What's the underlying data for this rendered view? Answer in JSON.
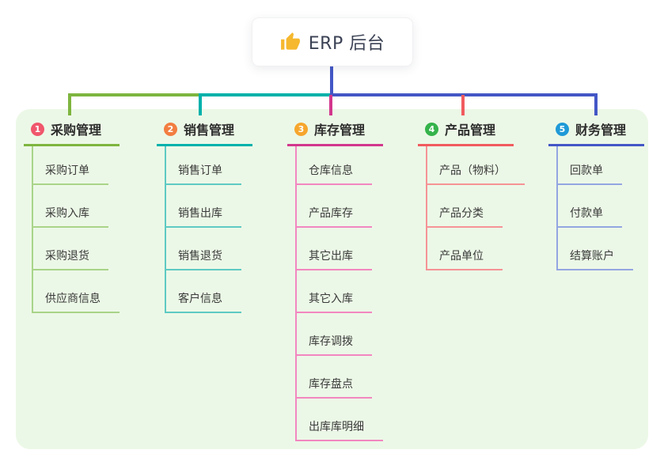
{
  "root": {
    "label": "ERP 后台",
    "icon": "thumbs-up-icon",
    "icon_color": "#f5b82e",
    "stem_color": "#4357c6"
  },
  "panel": {
    "background_color": "#ecf8e7"
  },
  "branches": [
    {
      "num": "1",
      "title": "采购管理",
      "badge_color": "#f0566c",
      "line_color": "#7eb53f",
      "child_line_color": "#a9d489",
      "children": [
        "采购订单",
        "采购入库",
        "采购退货",
        "供应商信息"
      ]
    },
    {
      "num": "2",
      "title": "销售管理",
      "badge_color": "#f27e41",
      "line_color": "#00b1ab",
      "child_line_color": "#5ecac3",
      "children": [
        "销售订单",
        "销售出库",
        "销售退货",
        "客户信息"
      ]
    },
    {
      "num": "3",
      "title": "库存管理",
      "badge_color": "#f6a62d",
      "line_color": "#d2378d",
      "child_line_color": "#f287c0",
      "children": [
        "仓库信息",
        "产品库存",
        "其它出库",
        "其它入库",
        "库存调拨",
        "库存盘点",
        "出库库明细"
      ]
    },
    {
      "num": "4",
      "title": "产品管理",
      "badge_color": "#35b34b",
      "line_color": "#f15b5e",
      "child_line_color": "#f59396",
      "children": [
        "产品（物料）",
        "产品分类",
        "产品单位"
      ]
    },
    {
      "num": "5",
      "title": "财务管理",
      "badge_color": "#1f9ad7",
      "line_color": "#4357c6",
      "child_line_color": "#93a6e2",
      "children": [
        "回款单",
        "付款单",
        "结算账户"
      ]
    }
  ]
}
